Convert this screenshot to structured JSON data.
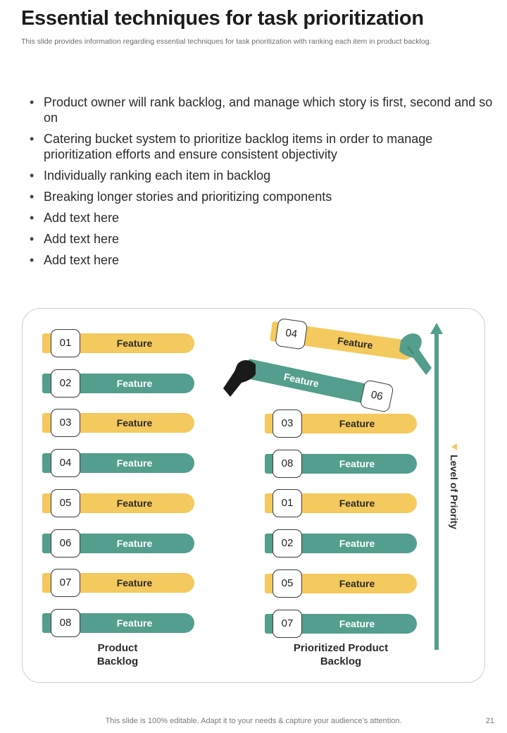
{
  "slide": {
    "title": "Essential techniques for task prioritization",
    "subtitle": "This slide provides information regarding essential techniques for task prioritization with ranking each item in product backlog.",
    "bullets": [
      "Product owner will rank backlog, and manage which story is first, second and so on",
      "Catering bucket system to prioritize backlog items in order to manage prioritization efforts and ensure consistent objectivity",
      "Individually ranking each item in backlog",
      "Breaking longer stories and prioritizing components",
      "Add text here",
      "Add text here",
      "Add text here"
    ]
  },
  "diagram": {
    "product_backlog": {
      "label": "Product Backlog",
      "items": [
        {
          "num": "01",
          "label": "Feature",
          "color": "yellow"
        },
        {
          "num": "02",
          "label": "Feature",
          "color": "teal"
        },
        {
          "num": "03",
          "label": "Feature",
          "color": "yellow"
        },
        {
          "num": "04",
          "label": "Feature",
          "color": "teal"
        },
        {
          "num": "05",
          "label": "Feature",
          "color": "yellow"
        },
        {
          "num": "06",
          "label": "Feature",
          "color": "teal"
        },
        {
          "num": "07",
          "label": "Feature",
          "color": "yellow"
        },
        {
          "num": "08",
          "label": "Feature",
          "color": "teal"
        }
      ]
    },
    "prioritized_backlog": {
      "label": "Prioritized Product Backlog",
      "moving_items": [
        {
          "num": "04",
          "label": "Feature",
          "color": "yellow"
        },
        {
          "num": "06",
          "label": "Feature",
          "color": "teal"
        }
      ],
      "items": [
        {
          "num": "03",
          "label": "Feature",
          "color": "yellow"
        },
        {
          "num": "08",
          "label": "Feature",
          "color": "teal"
        },
        {
          "num": "01",
          "label": "Feature",
          "color": "yellow"
        },
        {
          "num": "02",
          "label": "Feature",
          "color": "teal"
        },
        {
          "num": "05",
          "label": "Feature",
          "color": "yellow"
        },
        {
          "num": "07",
          "label": "Feature",
          "color": "teal"
        }
      ]
    },
    "axis_label": "Level of Priority",
    "colors": {
      "yellow": "#f4c95d",
      "teal": "#539e8c",
      "hand": "#1a1a1a"
    }
  },
  "footer": {
    "text": "This slide is 100% editable. Adapt it to your needs & capture your audience’s attention.",
    "page_number": "21"
  }
}
